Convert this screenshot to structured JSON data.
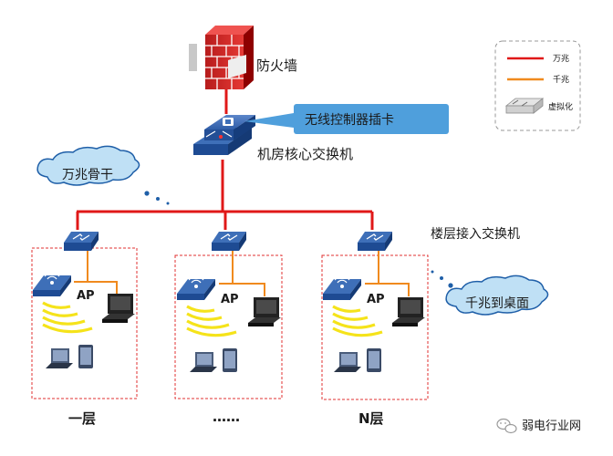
{
  "diagram": {
    "firewall_label": "防火墙",
    "controller_label": "无线控制器插卡",
    "core_label": "机房核心交换机",
    "backbone_label": "万兆骨干",
    "access_label": "楼层接入交换机",
    "desktop_label": "千兆到桌面",
    "ap_label": "AP",
    "floors": [
      {
        "label": "一层"
      },
      {
        "label": "……"
      },
      {
        "label": "N层"
      }
    ],
    "watermark": "弱电行业网",
    "colors": {
      "ten_gig": "#e01818",
      "gig": "#f08a1e",
      "callout": "#4f9fdc",
      "frame": "#e03030"
    }
  },
  "legend": {
    "items": [
      {
        "label": "万兆",
        "kind": "line-red"
      },
      {
        "label": "千兆",
        "kind": "line-orange"
      },
      {
        "label": "虚拟化",
        "kind": "switch-icon"
      }
    ]
  }
}
